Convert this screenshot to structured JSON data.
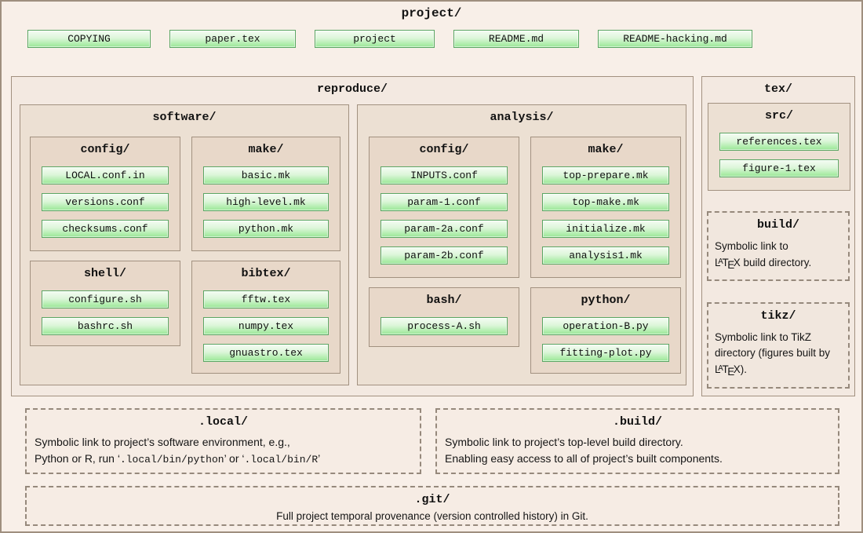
{
  "project": {
    "title": "project/",
    "files": [
      "COPYING",
      "paper.tex",
      "project",
      "README.md",
      "README-hacking.md"
    ]
  },
  "reproduce": {
    "title": "reproduce/",
    "software": {
      "title": "software/",
      "config": {
        "title": "config/",
        "files": [
          "LOCAL.conf.in",
          "versions.conf",
          "checksums.conf"
        ]
      },
      "make": {
        "title": "make/",
        "files": [
          "basic.mk",
          "high-level.mk",
          "python.mk"
        ]
      },
      "shell": {
        "title": "shell/",
        "files": [
          "configure.sh",
          "bashrc.sh"
        ]
      },
      "bibtex": {
        "title": "bibtex/",
        "files": [
          "fftw.tex",
          "numpy.tex",
          "gnuastro.tex"
        ]
      }
    },
    "analysis": {
      "title": "analysis/",
      "config": {
        "title": "config/",
        "files": [
          "INPUTS.conf",
          "param-1.conf",
          "param-2a.conf",
          "param-2b.conf"
        ]
      },
      "make": {
        "title": "make/",
        "files": [
          "top-prepare.mk",
          "top-make.mk",
          "initialize.mk",
          "analysis1.mk"
        ]
      },
      "bash": {
        "title": "bash/",
        "files": [
          "process-A.sh"
        ]
      },
      "python": {
        "title": "python/",
        "files": [
          "operation-B.py",
          "fitting-plot.py"
        ]
      }
    }
  },
  "tex": {
    "title": "tex/",
    "src": {
      "title": "src/",
      "files": [
        "references.tex",
        "figure-1.tex"
      ]
    },
    "build": {
      "title": "build/",
      "desc_lines": [
        "Symbolic link to",
        "LaTeX build directory."
      ]
    },
    "tikz": {
      "title": "tikz/",
      "desc": "Symbolic link to TikZ directory (figures built by LaTeX)."
    }
  },
  "local": {
    "title": ".local/",
    "line1": "Symbolic link to project’s software environment, e.g.,",
    "line2": [
      "Python or R, run ‘",
      ".local/bin/python",
      "’ or ‘",
      ".local/bin/R",
      "’"
    ]
  },
  "build_root": {
    "title": ".build/",
    "line1": "Symbolic link to project’s top-level build directory.",
    "line2": "Enabling easy access to all of project’s built components."
  },
  "git": {
    "title": ".git/",
    "line1": "Full project temporal provenance (version controlled history) in Git."
  },
  "colors": {
    "page_bg": "#f8efe8",
    "frame_border": "#9f8f7f",
    "box_border": "#a29180",
    "level1_bg": "#f3e9e1",
    "level2_bg": "#ece0d3",
    "level3_bg": "#e8d8c9",
    "dash_border": "#96897c",
    "chip_border": "#5ba663",
    "chip_gradient_top": "#f4fcf3",
    "chip_gradient_bottom": "#99e697"
  }
}
